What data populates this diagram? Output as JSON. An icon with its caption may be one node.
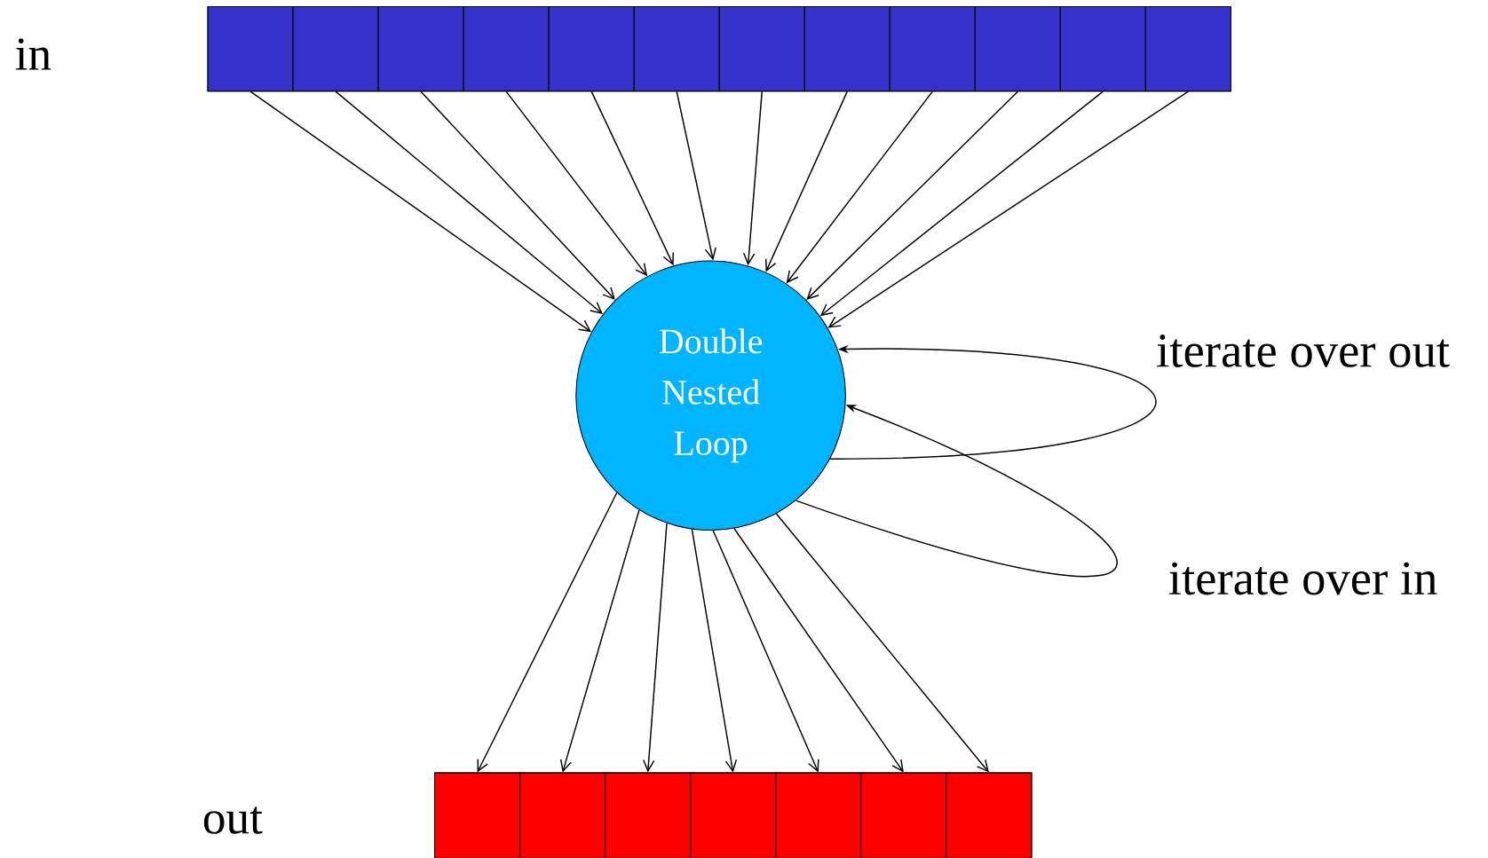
{
  "diagram": {
    "nodes": [
      {
        "text": [
          "in"
        ]
      },
      {
        "text": [],
        "shape": "box",
        "in": 0
      },
      {
        "text": [],
        "shape": "box",
        "in": 0
      },
      {
        "text": [],
        "shape": "box",
        "in": 0
      },
      {
        "text": [],
        "shape": "box",
        "in": 0
      },
      {
        "text": [],
        "shape": "box",
        "in": 0
      },
      {
        "text": [],
        "shape": "box",
        "in": 0
      },
      {
        "text": [],
        "shape": "box",
        "in": 0
      },
      {
        "text": [],
        "shape": "box",
        "in": 0
      },
      {
        "text": [],
        "shape": "box",
        "in": 0
      },
      {
        "text": [],
        "shape": "box",
        "in": 0
      },
      {
        "text": [],
        "shape": "box",
        "in": 0
      },
      {
        "text": [],
        "shape": "box",
        "in": 0
      },
      {
        "text": [
          "Double Nested Loop"
        ]
      },
      {
        "text": [
          "out"
        ]
      },
      {
        "text": [],
        "shape": "box",
        "in": 14
      },
      {
        "text": [],
        "shape": "box",
        "in": 14
      },
      {
        "text": [],
        "shape": "box",
        "in": 14
      },
      {
        "text": [],
        "shape": "box",
        "in": 14
      },
      {
        "text": [],
        "shape": "box",
        "in": 14
      },
      {
        "text": [],
        "shape": "box",
        "in": 14
      },
      {
        "text": [],
        "shape": "box",
        "in": 14
      }
    ],
    "edges": [
      {
        "from": 1,
        "to": 13,
        "arrow": "to"
      },
      {
        "from": 2,
        "to": 13,
        "arrow": "to"
      },
      {
        "from": 3,
        "to": 13,
        "arrow": "to"
      },
      {
        "from": 4,
        "to": 13,
        "arrow": "to"
      },
      {
        "from": 5,
        "to": 13,
        "arrow": "to"
      },
      {
        "from": 6,
        "to": 13,
        "arrow": "to"
      },
      {
        "from": 7,
        "to": 13,
        "arrow": "to"
      },
      {
        "from": 8,
        "to": 13,
        "arrow": "to"
      },
      {
        "from": 9,
        "to": 13,
        "arrow": "to"
      },
      {
        "from": 10,
        "to": 13,
        "arrow": "to"
      },
      {
        "from": 11,
        "to": 13,
        "arrow": "to"
      },
      {
        "from": 12,
        "to": 13,
        "arrow": "to"
      },
      {
        "from": 13,
        "to": 15,
        "arrow": "to"
      },
      {
        "from": 13,
        "to": 16,
        "arrow": "to"
      },
      {
        "from": 13,
        "to": 17,
        "arrow": "to"
      },
      {
        "from": 13,
        "to": 18,
        "arrow": "to"
      },
      {
        "from": 13,
        "to": 19,
        "arrow": "to"
      },
      {
        "from": 13,
        "to": 20,
        "arrow": "to"
      },
      {
        "from": 13,
        "to": 21,
        "arrow": "to"
      },
      {
        "from": 13,
        "to": 13,
        "arrow": "to",
        "label": "iterate over out"
      },
      {
        "from": 13,
        "to": 13,
        "arrow": "to",
        "label": "iterate over in"
      }
    ]
  }
}
